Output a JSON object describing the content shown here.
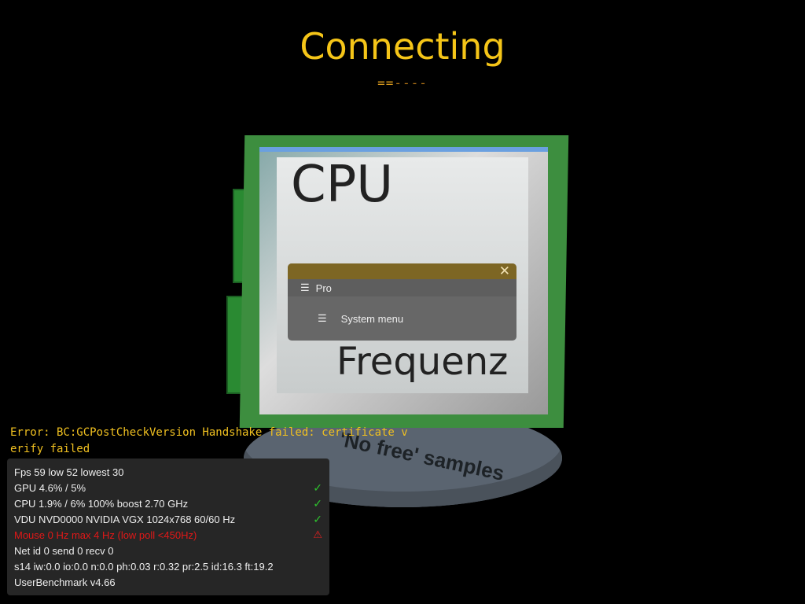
{
  "header": {
    "title": "Connecting",
    "progress_done": "==",
    "progress_todo": "----"
  },
  "scene": {
    "cpu_label": "CPU",
    "freq_label": "Frequenz",
    "disc_text": "'No free' samples"
  },
  "menu": {
    "items": [
      {
        "label": "Pro",
        "icon": "hamburger-icon"
      },
      {
        "label": "System menu",
        "icon": "hamburger-icon"
      }
    ],
    "close_icon": "close-icon"
  },
  "error": "Error: BC:GCPostCheckVersion Handshake failed: certificate verify failed",
  "stats": {
    "rows": [
      {
        "text": "Fps 59 low 52 lowest 30",
        "status": ""
      },
      {
        "text": "GPU 4.6% / 5%",
        "status": "ok"
      },
      {
        "text": "CPU 1.9% / 6% 100% boost 2.70 GHz",
        "status": "ok"
      },
      {
        "text": "VDU NVD0000 NVIDIA VGX  1024x768 60/60 Hz",
        "status": "ok"
      },
      {
        "text": "Mouse 0 Hz max 4 Hz (low poll <450Hz)",
        "status": "warn"
      },
      {
        "text": "Net id 0 send 0 recv 0",
        "status": ""
      },
      {
        "text": "s14 iw:0.0 io:0.0 n:0.0 ph:0.03 r:0.32 pr:2.5 id:16.3 ft:19.2",
        "status": ""
      },
      {
        "text": "UserBenchmark v4.66",
        "status": ""
      }
    ]
  },
  "colors": {
    "title": "#f5c518",
    "error": "#f0c020",
    "ok": "#2ec02e",
    "warn": "#e01818"
  }
}
